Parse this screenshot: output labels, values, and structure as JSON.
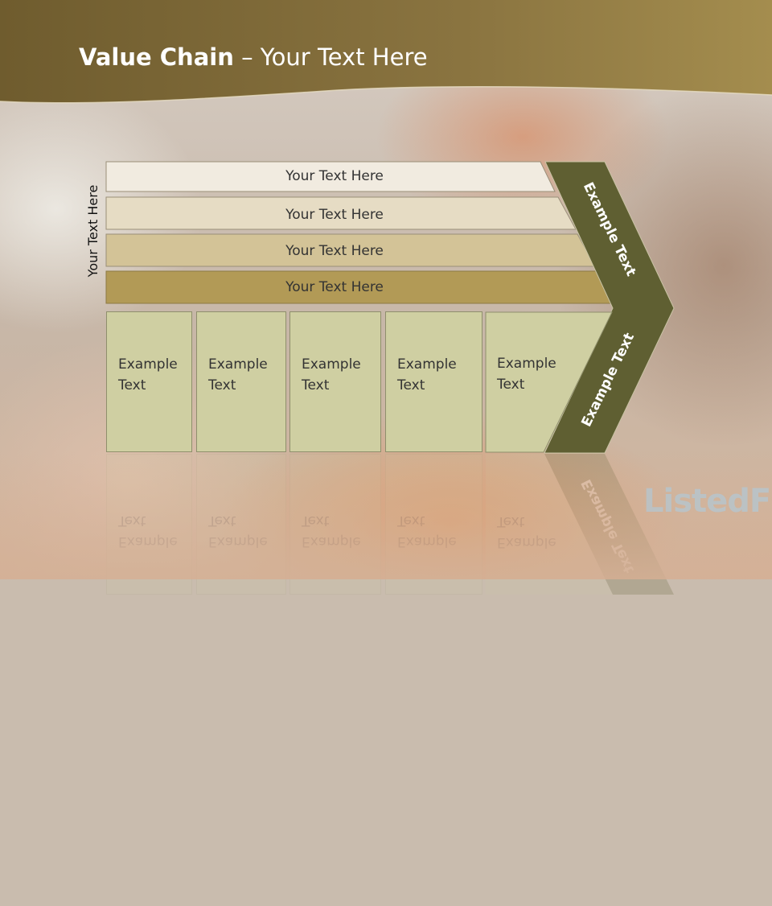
{
  "title": {
    "bold": "Value Chain",
    "rest": " – Your Text Here"
  },
  "side_label": "Your Text Here",
  "bars": [
    {
      "label": "Your Text Here",
      "color": "#f1ebe0"
    },
    {
      "label": "Your Text Here",
      "color": "#e6dcc4"
    },
    {
      "label": "Your Text Here",
      "color": "#d3c397"
    },
    {
      "label": "Your Text Here",
      "color": "#b29a56"
    }
  ],
  "boxes": [
    {
      "line1": "Example",
      "line2": "Text"
    },
    {
      "line1": "Example",
      "line2": "Text"
    },
    {
      "line1": "Example",
      "line2": "Text"
    },
    {
      "line1": "Example",
      "line2": "Text"
    },
    {
      "line1": "Example",
      "line2": "Text"
    }
  ],
  "chevron": {
    "upper_text": "Example Text",
    "lower_text": "Example Text",
    "color": "#5f5f32"
  },
  "colors": {
    "header": "#8a7440",
    "box_fill": "#cfcfa2",
    "watermark": "#aacde6"
  },
  "watermark": "ListedFi"
}
